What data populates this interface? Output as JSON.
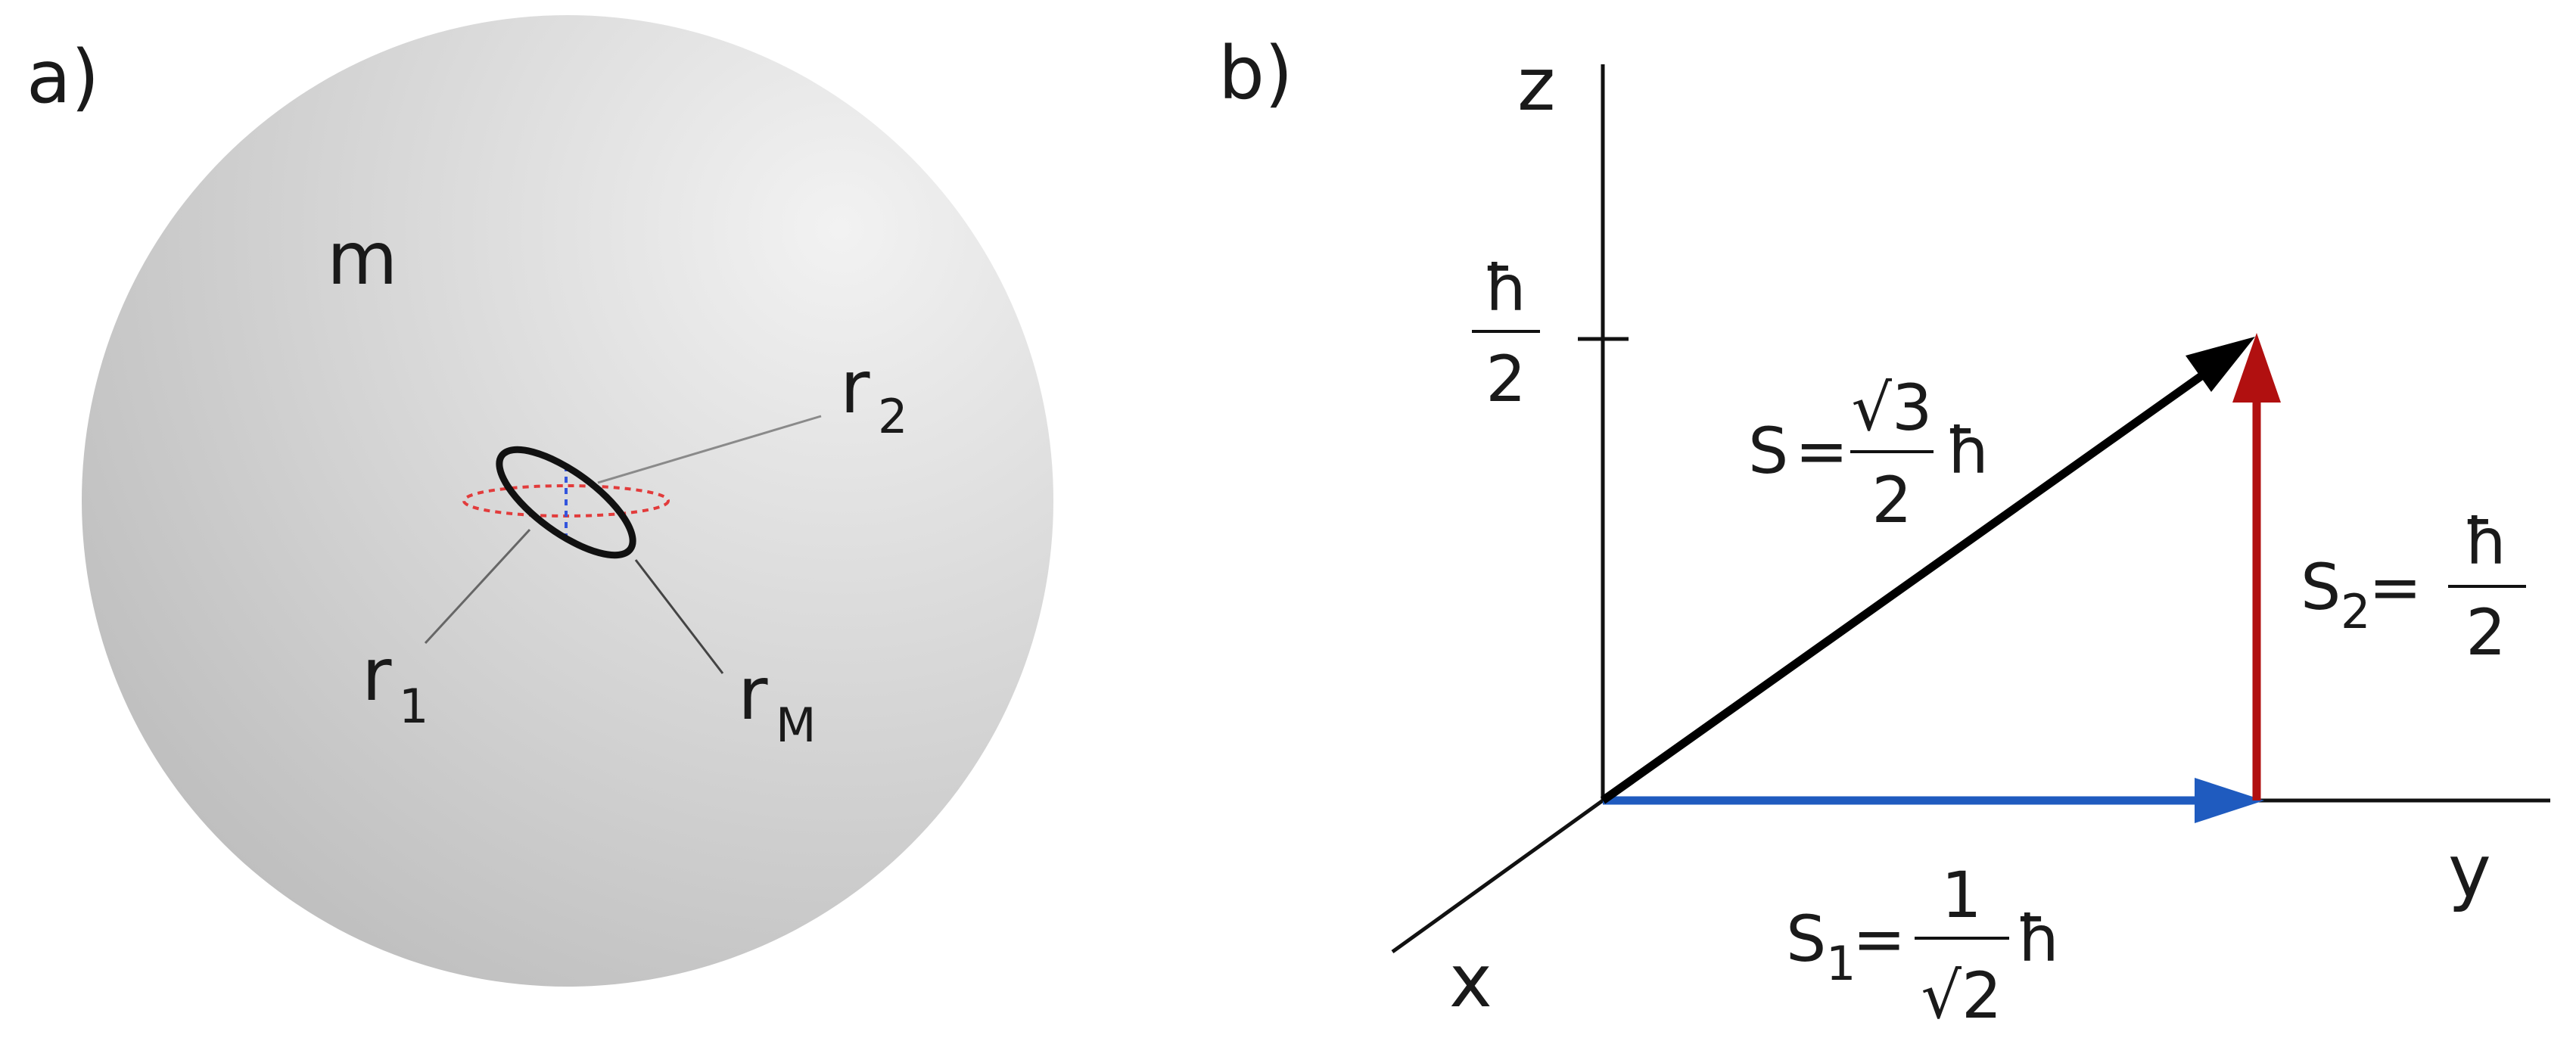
{
  "panel_a": {
    "label": "a)",
    "mass_label": "m",
    "r1": {
      "base": "r",
      "sub": "1"
    },
    "r2": {
      "base": "r",
      "sub": "2"
    },
    "rM": {
      "base": "r",
      "sub": "M"
    }
  },
  "panel_b": {
    "label": "b)",
    "axis_x": "x",
    "axis_y": "y",
    "axis_z": "z",
    "tick": {
      "numerator": "ħ",
      "denominator": "2"
    },
    "vectors": {
      "S": {
        "name": "S",
        "equals": "=",
        "coef_num": "√3",
        "coef_den": "2",
        "unit": "ħ",
        "color": "#000000"
      },
      "S1": {
        "name": "S",
        "sub": "1",
        "equals": "=",
        "coef_num": "1",
        "coef_den": "√2",
        "unit": "ħ",
        "color": "#1f5bbf"
      },
      "S2": {
        "name": "S",
        "sub": "2",
        "equals": "=",
        "num": "ħ",
        "den": "2",
        "color": "#b11010"
      }
    }
  },
  "colors": {
    "sphere_light": "#efefef",
    "sphere_dark": "#bdbdbd",
    "ring": "#111111",
    "dotted_red": "#e23b3b",
    "dotted_blue": "#3355dd",
    "leader": "#7a7a7a"
  }
}
